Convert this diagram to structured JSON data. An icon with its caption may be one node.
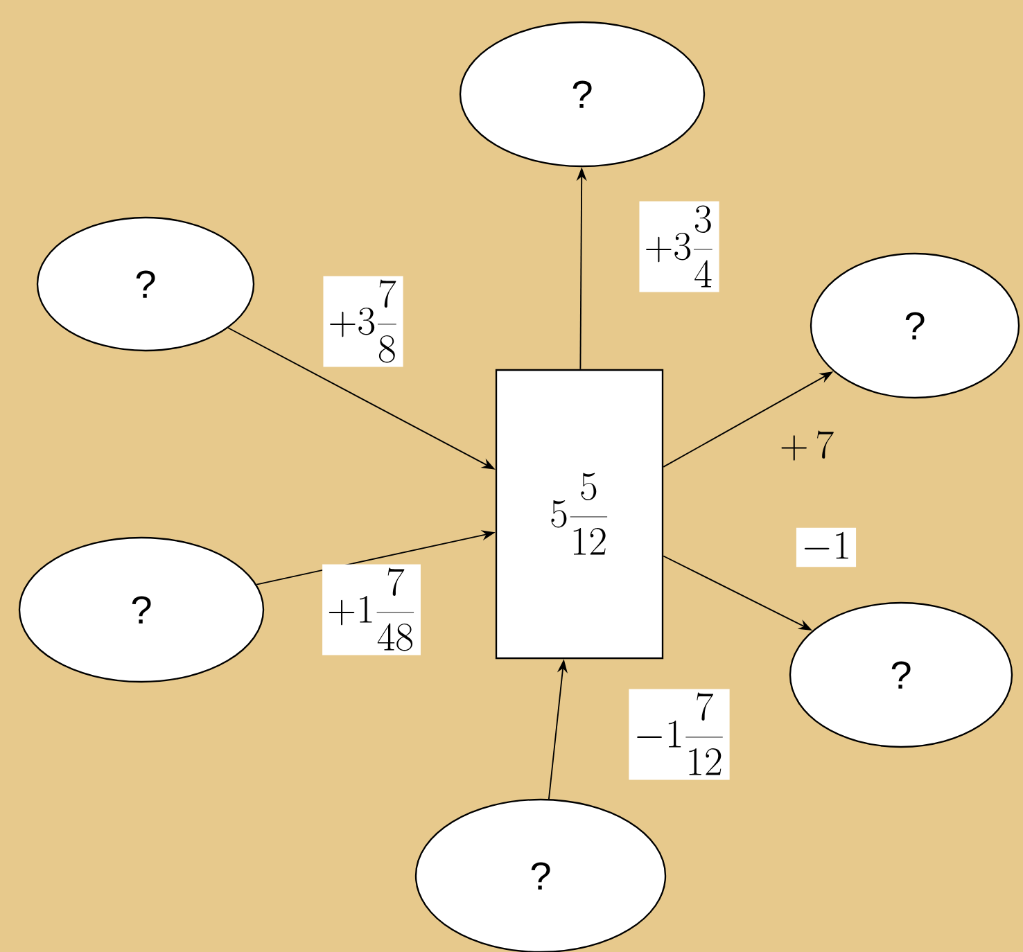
{
  "diagram": {
    "nodes": [
      {
        "text": [
          "?"
        ]
      },
      {
        "text": [
          "?"
        ]
      },
      {
        "text": [
          "?"
        ]
      },
      {
        "text": [
          "5\\frac{5}{12}"
        ]
      },
      {
        "text": [
          "?"
        ]
      },
      {
        "text": [
          "?"
        ]
      },
      {
        "text": [
          "?"
        ]
      }
    ],
    "edges": [
      {
        "from": 1,
        "to": 3,
        "arrow": "to",
        "label": "+3\\frac{7}{8}"
      },
      {
        "from": 3,
        "to": 0,
        "arrow": "to",
        "label": "+3\\frac{3}{4}"
      },
      {
        "from": 3,
        "to": 2,
        "arrow": "to",
        "label": "+\\,7"
      },
      {
        "from": 4,
        "to": 3,
        "arrow": "to",
        "label": "+1\\frac{7}{48}"
      },
      {
        "from": 3,
        "to": 5,
        "arrow": "to",
        "label": "-1"
      },
      {
        "from": 6,
        "to": 3,
        "arrow": "to",
        "label": "-1\\frac{7}{12}"
      }
    ]
  }
}
